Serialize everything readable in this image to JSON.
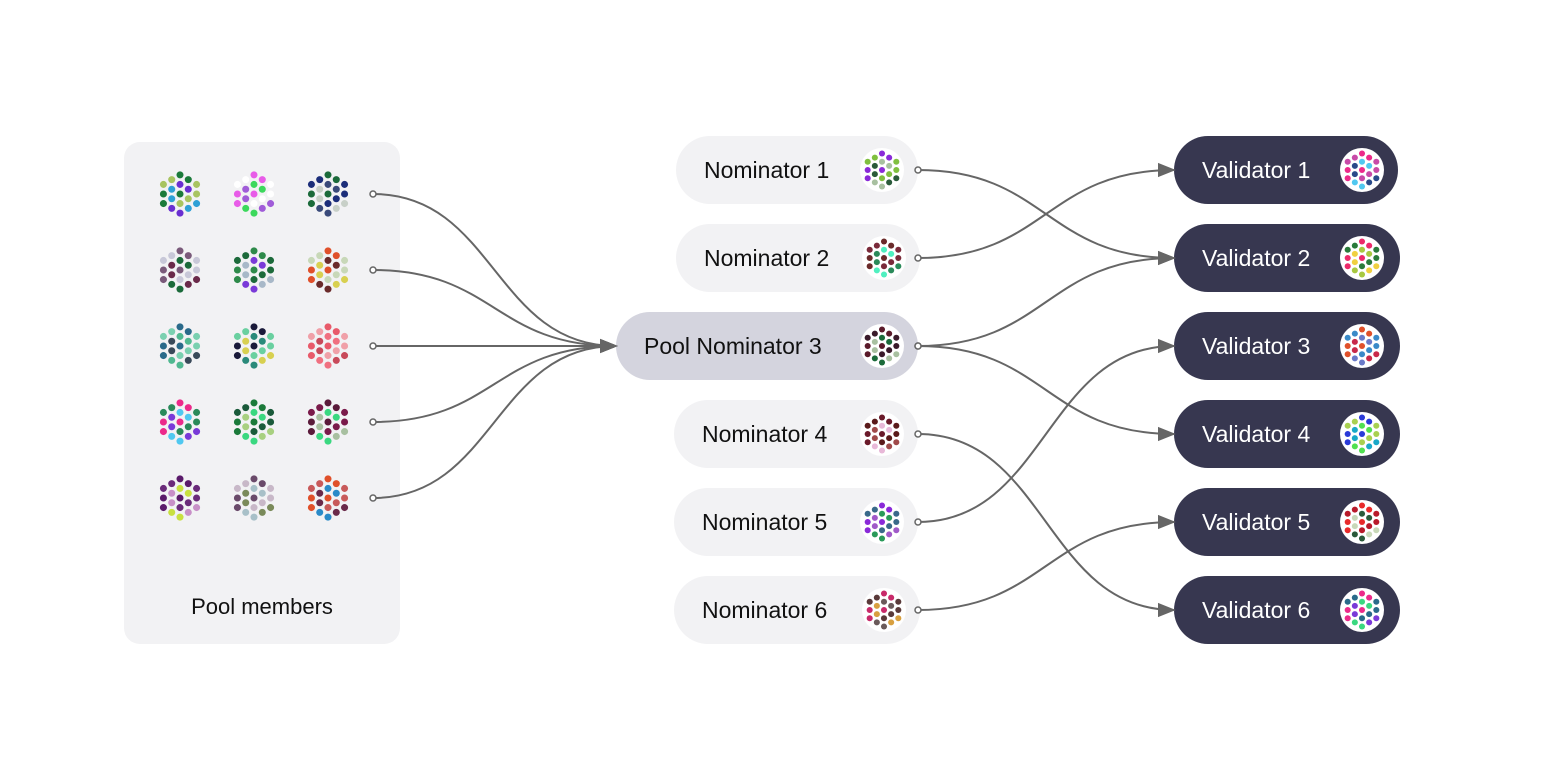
{
  "pool": {
    "label": "Pool members",
    "member_colors": [
      [
        "#1b7a3a",
        "#6a2fd1",
        "#2ea0d6",
        "#a8c460"
      ],
      [
        "#e85ce8",
        "#3cd85c",
        "#a05cd8",
        "#ffffff"
      ],
      [
        "#1b6a3a",
        "#3a4a7a",
        "#c8d0c8",
        "#1c2e7a"
      ],
      [
        "#7a5a7a",
        "#1b6a3a",
        "#6a2a4a",
        "#c8c8d8"
      ],
      [
        "#2e8a4a",
        "#7a3ad8",
        "#a8b8c8",
        "#1c6a3a"
      ],
      [
        "#e0502a",
        "#6a2a2a",
        "#d8d050",
        "#c8d8b8"
      ],
      [
        "#2a6a8a",
        "#50b890",
        "#3a4a5a",
        "#7ad0b0"
      ],
      [
        "#1a1a3a",
        "#2a8a7a",
        "#d8d050",
        "#6ad0a0"
      ],
      [
        "#e85a6a",
        "#f07080",
        "#c84a5a",
        "#f0a0a8"
      ],
      [
        "#ec2a8a",
        "#50c8f0",
        "#7a3ad8",
        "#2a8a5a"
      ],
      [
        "#1b7a3a",
        "#3ad880",
        "#a8d080",
        "#1a5a3a"
      ],
      [
        "#5a1a3a",
        "#3ad880",
        "#a8c0a0",
        "#7a1a4a"
      ],
      [
        "#5a1a6a",
        "#c8e040",
        "#c890c8",
        "#6a2a7a"
      ],
      [
        "#6a4a6a",
        "#a8c0c8",
        "#7a8a5a",
        "#c8b8c8"
      ],
      [
        "#e0502a",
        "#2a8ac8",
        "#6a2a4a",
        "#c85a5a"
      ]
    ]
  },
  "nominators": [
    {
      "label": "Nominator 1",
      "pool": false,
      "colors": [
        "#8a2ad8",
        "#a8c0a0",
        "#2a5a3a",
        "#80c040"
      ]
    },
    {
      "label": "Nominator 2",
      "pool": false,
      "colors": [
        "#6a2a2a",
        "#50f0c0",
        "#2a8a5a",
        "#7a2a3a"
      ]
    },
    {
      "label": "Pool Nominator 3",
      "pool": true,
      "colors": [
        "#5a1a2a",
        "#1b6a3a",
        "#a8c0a0",
        "#3a1a2a"
      ]
    },
    {
      "label": "Nominator 4",
      "pool": false,
      "colors": [
        "#6a1a2a",
        "#e8b8d8",
        "#a04a4a",
        "#5a1a1a"
      ]
    },
    {
      "label": "Nominator 5",
      "pool": false,
      "colors": [
        "#8a2ad8",
        "#2a9a5a",
        "#a05ac8",
        "#3a6a8a"
      ]
    },
    {
      "label": "Nominator 6",
      "pool": false,
      "colors": [
        "#c82a6a",
        "#6a5a5a",
        "#d8a040",
        "#5a3a3a"
      ]
    }
  ],
  "validators": [
    {
      "label": "Validator 1",
      "colors": [
        "#ec2a8a",
        "#50c8f0",
        "#2a4a8a",
        "#c84aa8"
      ]
    },
    {
      "label": "Validator 2",
      "colors": [
        "#ec2a6a",
        "#a8c840",
        "#f0d040",
        "#2a7a3a"
      ]
    },
    {
      "label": "Validator 3",
      "colors": [
        "#e0502a",
        "#6a7ac8",
        "#c82a4a",
        "#3a8ac8"
      ]
    },
    {
      "label": "Validator 4",
      "colors": [
        "#2a3ad8",
        "#50e050",
        "#1aa8c8",
        "#a8d050"
      ]
    },
    {
      "label": "Validator 5",
      "colors": [
        "#e82a2a",
        "#2a5a3a",
        "#c8d8b8",
        "#b81a2a"
      ]
    },
    {
      "label": "Validator 6",
      "colors": [
        "#ec2a8a",
        "#3ad880",
        "#7a3ad8",
        "#2a6a8a"
      ]
    }
  ],
  "edges": [
    {
      "from": "member-row-1",
      "to": "Pool Nominator 3"
    },
    {
      "from": "member-row-2",
      "to": "Pool Nominator 3"
    },
    {
      "from": "member-row-3",
      "to": "Pool Nominator 3"
    },
    {
      "from": "member-row-4",
      "to": "Pool Nominator 3"
    },
    {
      "from": "member-row-5",
      "to": "Pool Nominator 3"
    },
    {
      "from": "Nominator 1",
      "to": "Validator 2"
    },
    {
      "from": "Nominator 2",
      "to": "Validator 1"
    },
    {
      "from": "Pool Nominator 3",
      "to": "Validator 2"
    },
    {
      "from": "Pool Nominator 3",
      "to": "Validator 4"
    },
    {
      "from": "Nominator 4",
      "to": "Validator 6"
    },
    {
      "from": "Nominator 5",
      "to": "Validator 3"
    },
    {
      "from": "Nominator 6",
      "to": "Validator 5"
    }
  ],
  "colors": {
    "panel": "#f2f2f4",
    "nominator_bg": "#f2f2f4",
    "pool_nominator_bg": "#d4d4de",
    "validator_bg": "#373750",
    "wire": "#666666"
  }
}
